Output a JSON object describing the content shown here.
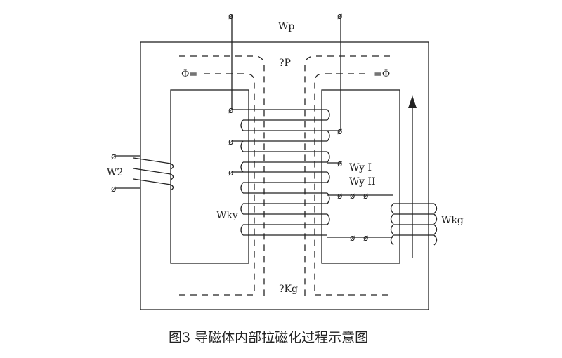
{
  "labels": {
    "wp": "Wp",
    "phi_p": "?P",
    "phi_left": "Φ=",
    "phi_right": "=Φ",
    "w2": "W2",
    "wky": "Wky",
    "wy1": "Wy I",
    "wy2": "Wy II",
    "wkg": "Wkg",
    "phi_kg": "?Kg"
  },
  "caption": "图3 导磁体内部拉磁化过程示意图",
  "terminal_symbol": "ø"
}
